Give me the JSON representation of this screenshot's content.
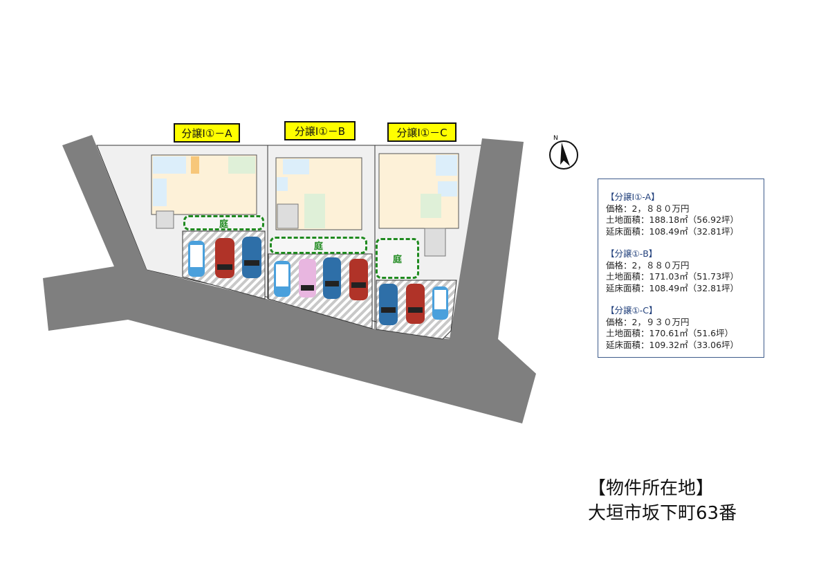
{
  "lots": [
    {
      "label": "分譲Ⅰ①－A",
      "garden": "庭"
    },
    {
      "label": "分譲Ⅰ①－B",
      "garden": "庭"
    },
    {
      "label": "分譲Ⅰ①－C",
      "garden": "庭"
    }
  ],
  "compass": {
    "label": "N"
  },
  "info": [
    {
      "title": "【分譲Ⅰ①-A】",
      "price": "価格：2，８８０万円",
      "land": "土地面積：188.18㎡（56.92坪）",
      "floor": "延床面積：108.49㎡（32.81坪）"
    },
    {
      "title": "【分譲①-B】",
      "price": "価格：2，８８０万円",
      "land": "土地面積：171.03㎡（51.73坪）",
      "floor": "延床面積：108.49㎡（32.81坪）"
    },
    {
      "title": "【分譲①-C】",
      "price": "価格：2，９３０万円",
      "land": "土地面積：170.61㎡（51.6坪）",
      "floor": "延床面積：109.32㎡（33.06坪）"
    }
  ],
  "address": {
    "heading": "【物件所在地】",
    "value": "大垣市坂下町63番"
  },
  "colors": {
    "road": "#7f7f7f",
    "lot": "#f0f0f0",
    "label": "#ffff00",
    "garden": "#1f8a1f",
    "box_border": "#3c5a8a"
  }
}
